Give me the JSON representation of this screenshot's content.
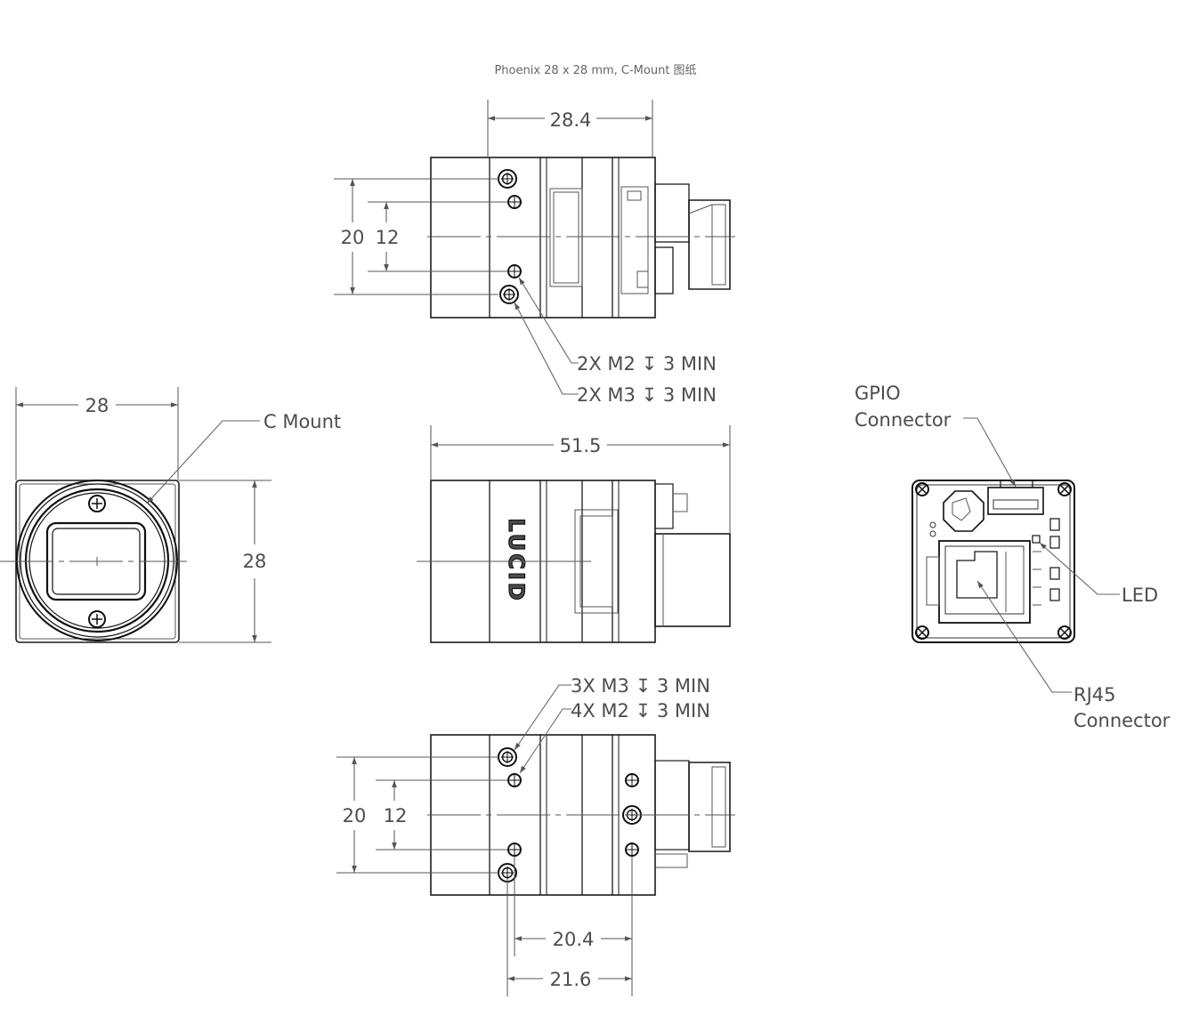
{
  "title": "Phoenix 28 x 28 mm, C-Mount 图纸",
  "dimensions": {
    "top_width": "28.4",
    "top_outer_height": "20",
    "top_inner_height": "12",
    "front_width": "28",
    "front_height": "28",
    "side_length": "51.5",
    "bottom_outer_height": "20",
    "bottom_inner_height": "12",
    "bottom_spacing_inner": "20.4",
    "bottom_spacing_outer": "21.6"
  },
  "callouts": {
    "top_m2": "2X M2 ↧ 3 MIN",
    "top_m3": "2X M3 ↧ 3 MIN",
    "bottom_m3": "3X M3 ↧ 3 MIN",
    "bottom_m2": "4X M2 ↧ 3 MIN",
    "c_mount": "C Mount",
    "gpio_line1": "GPIO",
    "gpio_line2": "Connector",
    "led": "LED",
    "rj45_line1": "RJ45",
    "rj45_line2": "Connector"
  },
  "logo_text": "LUCID"
}
